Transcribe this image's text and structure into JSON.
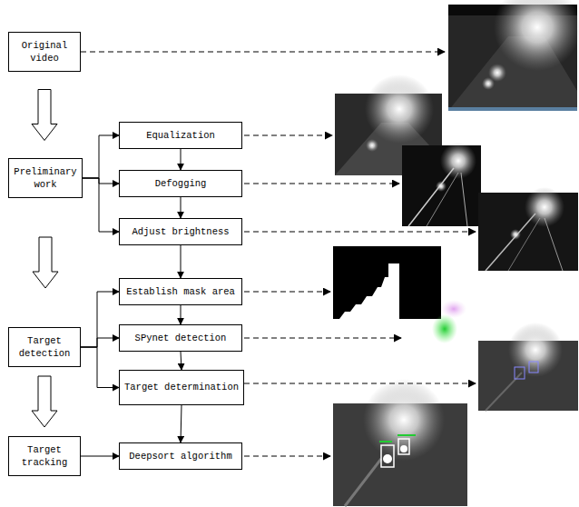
{
  "diagram": {
    "nodes": [
      {
        "text": [
          "Original video"
        ]
      },
      {
        "text": [
          "Preliminary work"
        ]
      },
      {
        "text": [
          "Equalization"
        ]
      },
      {
        "text": [
          "Defogging"
        ]
      },
      {
        "text": [
          "Adjust brightness"
        ]
      },
      {
        "text": [
          "Target detection"
        ]
      },
      {
        "text": [
          "Establish mask area"
        ]
      },
      {
        "text": [
          "SPynet detection"
        ]
      },
      {
        "text": [
          "Target determination"
        ]
      },
      {
        "text": [
          "Target tracking"
        ]
      },
      {
        "text": [
          "Deepsort algorithm"
        ]
      }
    ],
    "edges": [
      {
        "from": 0,
        "to": 1,
        "arrow": "to"
      },
      {
        "from": 1,
        "to": 5,
        "arrow": "to"
      },
      {
        "from": 5,
        "to": 9,
        "arrow": "to"
      },
      {
        "from": 1,
        "to": 2,
        "arrow": "to"
      },
      {
        "from": 1,
        "to": 3,
        "arrow": "to"
      },
      {
        "from": 1,
        "to": 4,
        "arrow": "to"
      },
      {
        "from": 2,
        "to": 3,
        "arrow": "to"
      },
      {
        "from": 3,
        "to": 4,
        "arrow": "to"
      },
      {
        "from": 4,
        "to": 6,
        "arrow": "to"
      },
      {
        "from": 5,
        "to": 6,
        "arrow": "to"
      },
      {
        "from": 5,
        "to": 7,
        "arrow": "to"
      },
      {
        "from": 5,
        "to": 8,
        "arrow": "to"
      },
      {
        "from": 6,
        "to": 7,
        "arrow": "to"
      },
      {
        "from": 7,
        "to": 8,
        "arrow": "to"
      },
      {
        "from": 8,
        "to": 10,
        "arrow": "to"
      },
      {
        "from": 9,
        "to": 10,
        "arrow": "to"
      }
    ]
  }
}
